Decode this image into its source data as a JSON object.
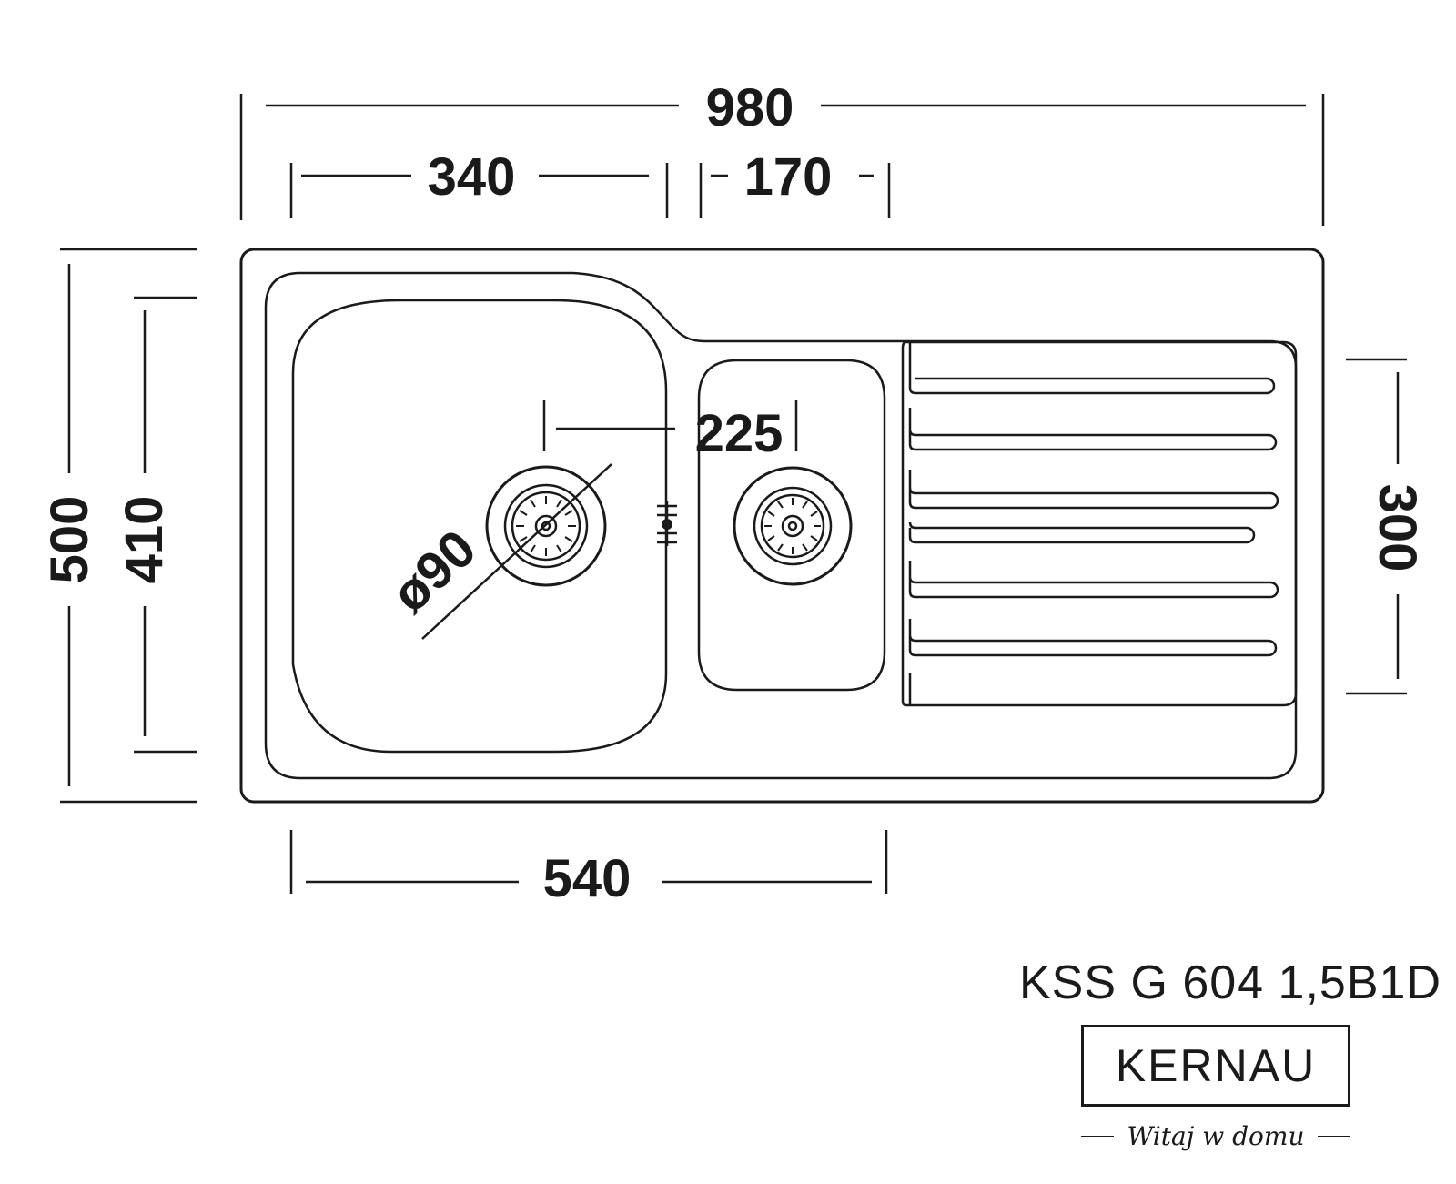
{
  "dimensions": {
    "overall_width": "980",
    "left_bowl_offset": "340",
    "right_bowl_width": "170",
    "bowl_spacing": "225",
    "drain_diameter": "ø90",
    "overall_depth": "500",
    "inner_depth": "410",
    "right_bowl_depth": "300",
    "bowl_section_width": "540"
  },
  "product": {
    "model": "KSS G 604 1,5B1D",
    "brand": "KERNAU",
    "tagline": "Witaj w domu"
  },
  "icons": {
    "drain_strainer": "drain-strainer-icon",
    "tap_hole": "tap-hole-marker-icon"
  },
  "colors": {
    "line": "#1a1a1a",
    "background": "#ffffff"
  }
}
